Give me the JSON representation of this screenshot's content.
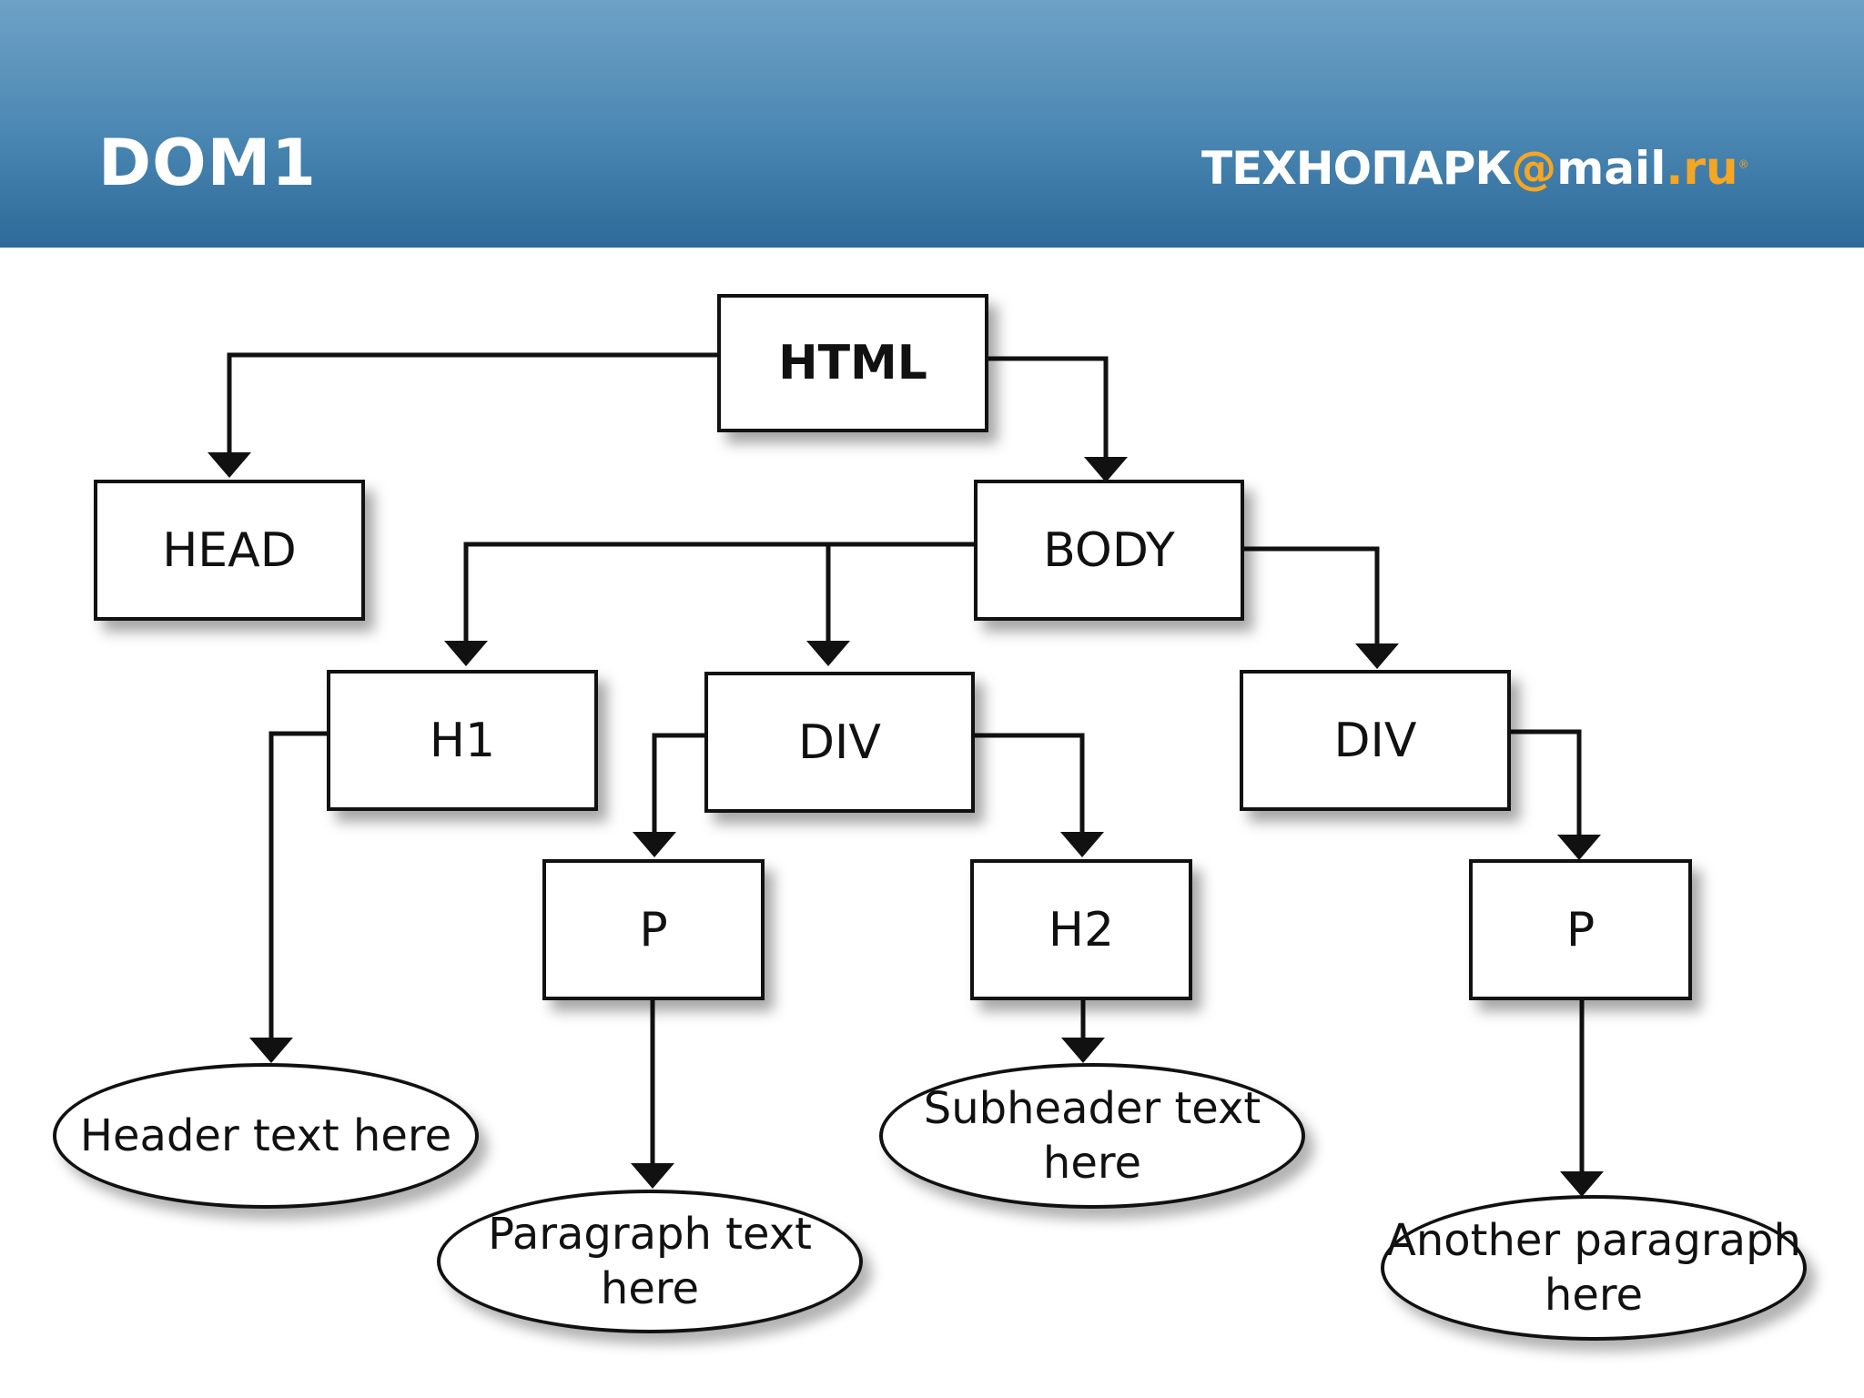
{
  "header": {
    "title": "DOM1",
    "logo": {
      "brand": "ТЕХНОПАРК",
      "at": "@",
      "mail": "mail",
      "dot": ".",
      "ru": "ru",
      "reg": "®"
    },
    "colors": {
      "top": "#6ea2c6",
      "bottom": "#2e6a99",
      "accent": "#f5a623"
    }
  },
  "diagram": {
    "nodes": {
      "html": "HTML",
      "head": "HEAD",
      "body": "BODY",
      "h1": "H1",
      "div1": "DIV",
      "div2": "DIV",
      "p1": "P",
      "h2": "H2",
      "p2": "P"
    },
    "leaves": {
      "header_text": "Header text here",
      "paragraph_text_l1": "Paragraph text",
      "paragraph_text_l2": "here",
      "subheader_text_l1": "Subheader text",
      "subheader_text_l2": "here",
      "another_paragraph_l1": "Another paragraph",
      "another_paragraph_l2": "here"
    },
    "edges": [
      [
        "html",
        "head"
      ],
      [
        "html",
        "body"
      ],
      [
        "body",
        "h1"
      ],
      [
        "body",
        "div1"
      ],
      [
        "body",
        "div2"
      ],
      [
        "h1",
        "header_text"
      ],
      [
        "div1",
        "p1"
      ],
      [
        "div1",
        "h2"
      ],
      [
        "div2",
        "p2"
      ],
      [
        "p1",
        "paragraph_text"
      ],
      [
        "h2",
        "subheader_text"
      ],
      [
        "p2",
        "another_paragraph"
      ]
    ]
  }
}
